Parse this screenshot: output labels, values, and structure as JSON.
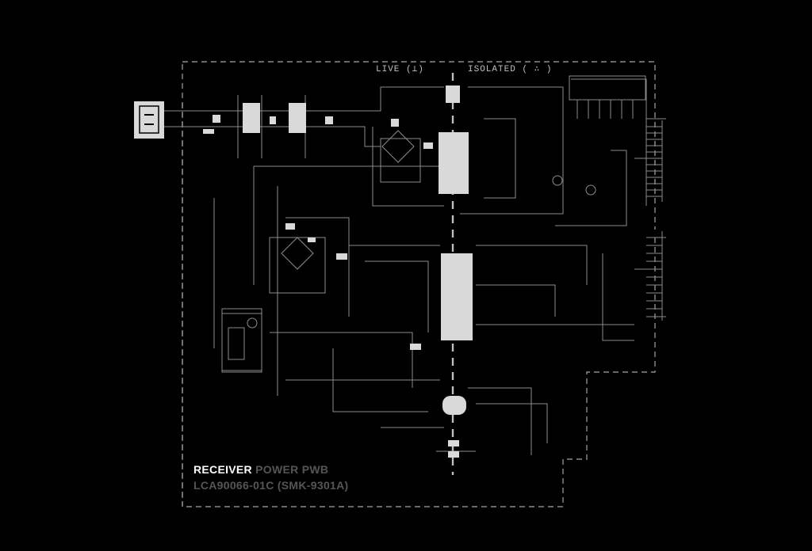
{
  "zones": {
    "live": "LIVE (⊥)",
    "isolated": "ISOLATED ( ∴ )"
  },
  "title": {
    "highlight": "RECEIVER",
    "rest": " POWER PWB",
    "subtitle": "LCA90066-01C (SMK-9301A)"
  },
  "colors": {
    "background": "#000000",
    "trace": "#8c8c8c",
    "component_fill": "#d9d9d9",
    "title_highlight": "#ffffff",
    "title_dim": "#555555"
  }
}
